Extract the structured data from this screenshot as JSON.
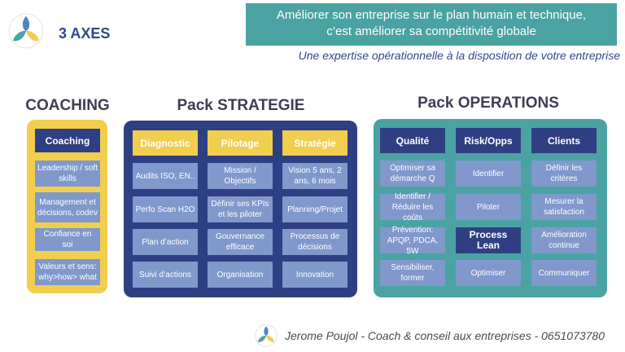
{
  "brand": {
    "name": "3 AXES"
  },
  "banner": {
    "line1": "Améliorer son entreprise sur le plan humain et technique,",
    "line2": "c’est améliorer sa compétitivité globale"
  },
  "tagline": "Une expertise opérationnelle à la disposition de votre entreprise",
  "coaching": {
    "title": "COACHING",
    "header": "Coaching",
    "items": [
      "Leadership / soft skills",
      "Management et décisions, codev",
      "Confiance en soi",
      "Valeurs et sens: why>how> what"
    ]
  },
  "strategie": {
    "title": "Pack STRATEGIE",
    "columns": [
      {
        "header": "Diagnostic",
        "items": [
          "Audits ISO, EN..",
          "Perfo Scan H2O",
          "Plan d’action",
          "Suivi d’actions"
        ]
      },
      {
        "header": "Pilotage",
        "items": [
          "Mission / Objectifs",
          "Définir ses KPIs et les piloter",
          "Gouvernance efficace",
          "Organisation"
        ]
      },
      {
        "header": "Stratégie",
        "items": [
          "Vision 5 ans, 2 ans, 6 mois",
          "Planning/Projet",
          "Processus de décisions",
          "Innovation"
        ]
      }
    ]
  },
  "operations": {
    "title": "Pack OPERATIONS",
    "columns": [
      {
        "header": "Qualité",
        "items": [
          "Optimiser sa démarche Q",
          "Identifier / Réduire les coûts",
          "Prévention: APQP, PDCA, 5W",
          "Sensibiliser, former"
        ]
      },
      {
        "header": "Risk/Opps",
        "items": [
          "Identifier",
          "Piloter",
          "Process Lean",
          "Optimiser"
        ]
      },
      {
        "header": "Clients",
        "items": [
          "Définir les critères",
          "Mesurer la satisfaction",
          "Amélioration continue",
          "Communiquer"
        ]
      }
    ]
  },
  "footer": {
    "text": "Jerome Poujol - Coach & conseil aux entreprises - 0651073780"
  },
  "colors": {
    "navy": "#2f3f84",
    "teal": "#4aa3a2",
    "yellow": "#f2ce4f",
    "cell": "#8098cb"
  }
}
